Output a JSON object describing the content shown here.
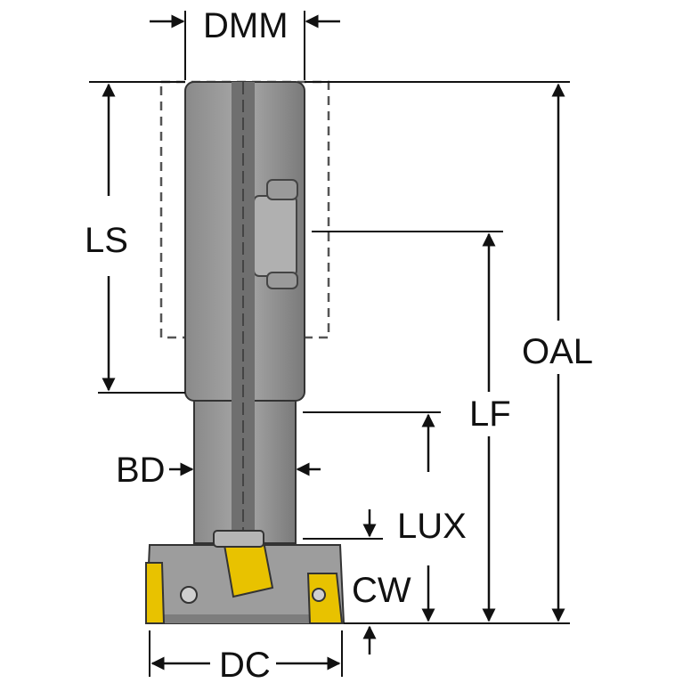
{
  "labels": {
    "dmm": "DMM",
    "ls": "LS",
    "oal": "OAL",
    "lf": "LF",
    "bd": "BD",
    "lux": "LUX",
    "cw": "CW",
    "dc": "DC"
  },
  "colors": {
    "body_gray": "#9a9a9a",
    "body_dark": "#6c6c6c",
    "shadow": "#7a7a7a",
    "insert_yellow": "#e8c200",
    "line": "#111111",
    "dashed": "#555555"
  }
}
